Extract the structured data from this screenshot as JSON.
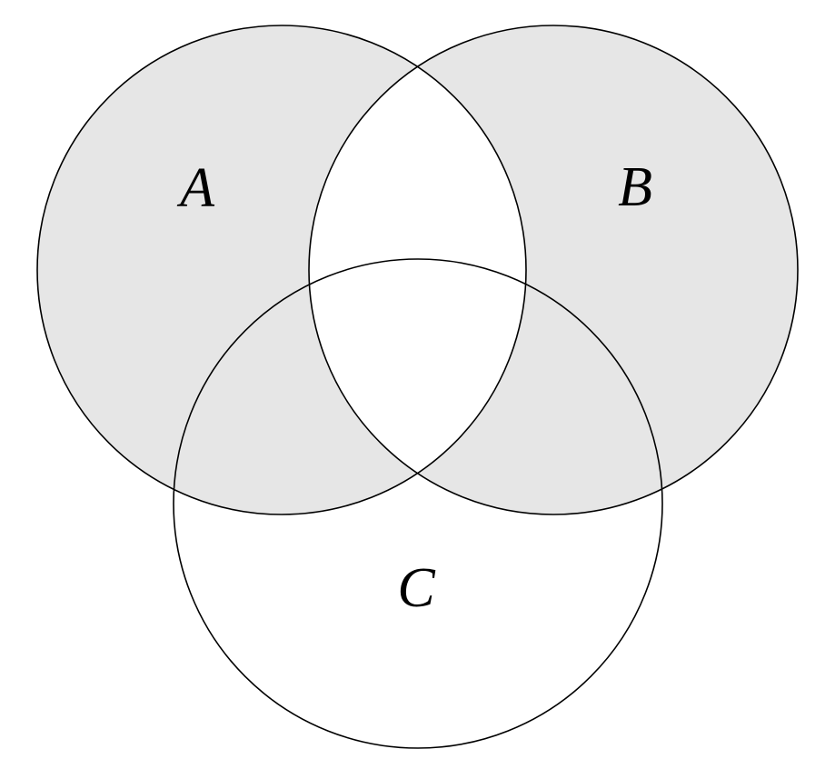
{
  "diagram": {
    "type": "venn-3-sets",
    "sets": [
      {
        "label": "A"
      },
      {
        "label": "B"
      },
      {
        "label": "C"
      }
    ],
    "shaded_regions": "symmetric difference of A and B (parts of A and B outside their common intersection, including where they overlap C)",
    "unshaded_regions": "A intersect B, and all of C outside A and B"
  },
  "colors": {
    "shaded": "#e6e6e6",
    "background": "#ffffff",
    "stroke": "#000000"
  }
}
